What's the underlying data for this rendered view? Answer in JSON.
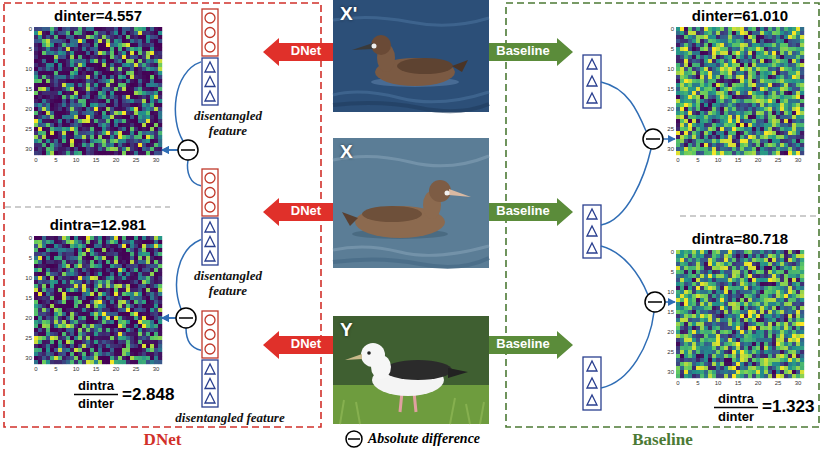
{
  "diagram": {
    "nodes": [
      {
        "text": [
          "DNet"
        ]
      },
      {
        "text": [
          "Baseline"
        ]
      },
      {
        "text": [
          "X'"
        ]
      },
      {
        "text": [
          "X"
        ]
      },
      {
        "text": [
          "Y"
        ]
      },
      {
        "text": [
          "DNet"
        ]
      },
      {
        "text": [
          "DNet"
        ]
      },
      {
        "text": [
          "DNet"
        ]
      },
      {
        "text": [
          "Baseline"
        ]
      },
      {
        "text": [
          "Baseline"
        ]
      },
      {
        "text": [
          "Baseline"
        ]
      },
      {
        "text": [
          "disentangled feature"
        ],
        "in": 0
      },
      {
        "text": [
          "disentangled feature"
        ],
        "in": 0
      },
      {
        "text": [
          "disentangled feature"
        ],
        "in": 0
      },
      {
        "text": [
          "dinter=4.557"
        ],
        "in": 0
      },
      {
        "text": [
          "dintra=12.981"
        ],
        "in": 0
      },
      {
        "text": [
          "dinter=61.010"
        ],
        "in": 1
      },
      {
        "text": [
          "dintra=80.718"
        ],
        "in": 1
      }
    ],
    "edges": [
      {
        "from": 11,
        "to": 14,
        "arrow": "to"
      },
      {
        "from": 12,
        "to": 14,
        "arrow": "to"
      },
      {
        "from": 12,
        "to": 15,
        "arrow": "to"
      },
      {
        "from": 13,
        "to": 15,
        "arrow": "to"
      }
    ],
    "labels": [
      "0",
      "5",
      "10",
      "15",
      "20",
      "25",
      "30",
      "0",
      "5",
      "10",
      "15",
      "20",
      "25",
      "30",
      "0",
      "5",
      "10",
      "15",
      "20",
      "25",
      "30",
      "0",
      "5",
      "10",
      "15",
      "20",
      "25",
      "30",
      "dintra",
      "dinter",
      "=2.848",
      "0",
      "5",
      "10",
      "15",
      "20",
      "25",
      "30",
      "0",
      "5",
      "10",
      "15",
      "20",
      "25",
      "30",
      "0",
      "5",
      "10",
      "15",
      "20",
      "25",
      "30",
      "0",
      "5",
      "10",
      "15",
      "20",
      "25",
      "30",
      "dintra",
      "dinter",
      "=1.323"
    ],
    "legend": [
      {
        "text": "Absolute difference"
      }
    ]
  }
}
